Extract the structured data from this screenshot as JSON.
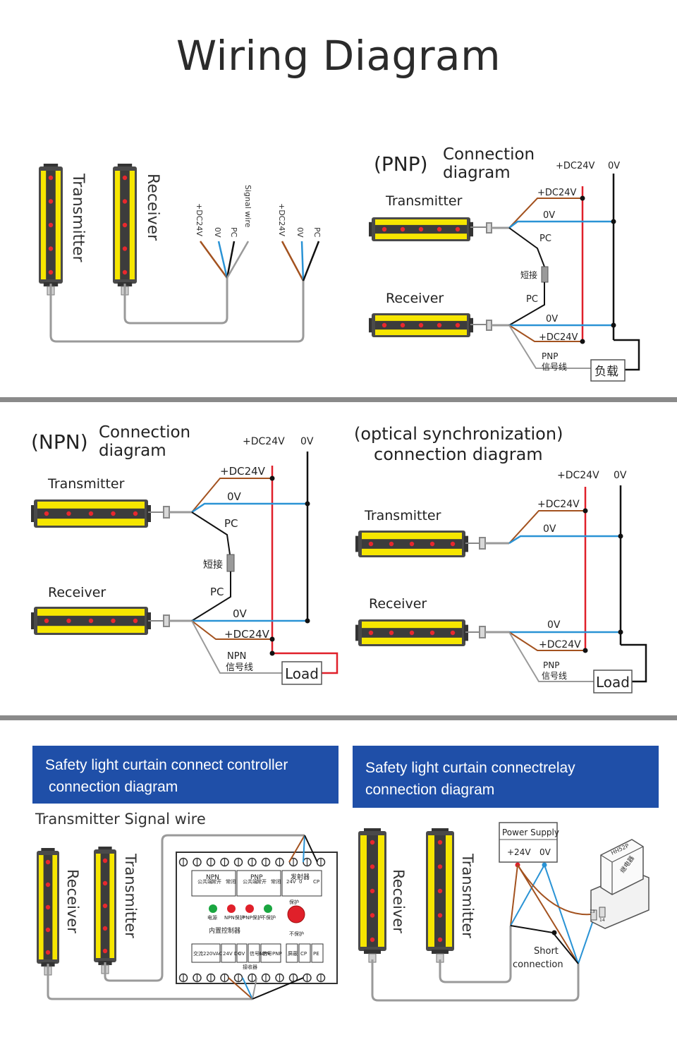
{
  "page": {
    "title": "Wiring Diagram"
  },
  "overview": {
    "transmitter_label": "Transmitter",
    "receiver_label": "Receiver",
    "wires_a": [
      "+DC24V",
      "0V",
      "PC",
      "Signal wire"
    ],
    "wires_b": [
      "+DC24V",
      "0V",
      "PC"
    ]
  },
  "pnp": {
    "title_prefix": "(PNP)",
    "title_line1": "Connection",
    "title_line2": "diagram",
    "rail_pos": "+DC24V",
    "rail_neg": "0V",
    "transmitter": "Transmitter",
    "receiver": "Receiver",
    "tx_pos": "+DC24V",
    "tx_neg": "0V",
    "tx_pc": "PC",
    "short": "短接",
    "rx_pc": "PC",
    "rx_neg": "0V",
    "rx_pos": "+DC24V",
    "signal_line1": "PNP",
    "signal_line2": "信号线",
    "load": "负载"
  },
  "npn": {
    "title_prefix": "(NPN)",
    "title_line1": "Connection",
    "title_line2": "diagram",
    "rail_pos": "+DC24V",
    "rail_neg": "0V",
    "transmitter": "Transmitter",
    "receiver": "Receiver",
    "tx_pos": "+DC24V",
    "tx_neg": "0V",
    "tx_pc": "PC",
    "short": "短接",
    "rx_pc": "PC",
    "rx_neg": "0V",
    "rx_pos": "+DC24V",
    "signal_line1": "NPN",
    "signal_line2": "信号线",
    "load": "Load"
  },
  "optical": {
    "title_line1": "(optical synchronization)",
    "title_line2": "connection diagram",
    "rail_pos": "+DC24V",
    "rail_neg": "0V",
    "transmitter": "Transmitter",
    "receiver": "Receiver",
    "tx_pos": "+DC24V",
    "tx_neg": "0V",
    "rx_neg": "0V",
    "rx_pos": "+DC24V",
    "signal_line1": "PNP",
    "signal_line2": "信号线",
    "load": "Load"
  },
  "controller": {
    "header_line1": "Safety light curtain connect controller",
    "header_line2": "connection diagram",
    "caption": "Transmitter Signal wire",
    "receiver_label": "Receiver",
    "transmitter_label": "Transmitter",
    "box": {
      "group_npn": "NPN",
      "group_pnp": "PNP",
      "group_emitter": "发射器",
      "sub_labels": [
        "公共端",
        "常开",
        "常闭",
        "公共端",
        "常开",
        "常闭",
        "24V",
        "0",
        "CP"
      ],
      "led_labels": [
        "电源",
        "NPN保护",
        "PNP保护",
        "不保护"
      ],
      "button_top": "保护",
      "button_bottom": "不保护",
      "builtin": "内置控制器",
      "bottom_labels": [
        "交流220VAC",
        "24V DC",
        "0V",
        "信号NPN",
        "信号PNP",
        "屏蔽",
        "CP",
        "PE"
      ],
      "receiver_tag": "接收器"
    }
  },
  "relay": {
    "header_line1": "Safety light curtain connectrelay",
    "header_line2": "connection diagram",
    "receiver_label": "Receiver",
    "transmitter_label": "Transmitter",
    "power_supply": "Power Supply",
    "plus24": "+24V",
    "zero": "0V",
    "short_line1": "Short",
    "short_line2": "connection",
    "relay_model": "HH52P",
    "relay_cn": "继电器",
    "pins": [
      "13",
      "14"
    ]
  },
  "colors": {
    "rail_red": "#e0202a",
    "wire_blue": "#2a93d5",
    "wire_brown": "#a3521f",
    "wire_black": "#111111",
    "wire_gray": "#9a9a9a",
    "curtain_yellow": "#f6e600",
    "curtain_body": "#4a4a4a",
    "led_red": "#e8282d",
    "banner_blue": "#1f4fa8",
    "separator_gray": "#8a8a8a"
  }
}
